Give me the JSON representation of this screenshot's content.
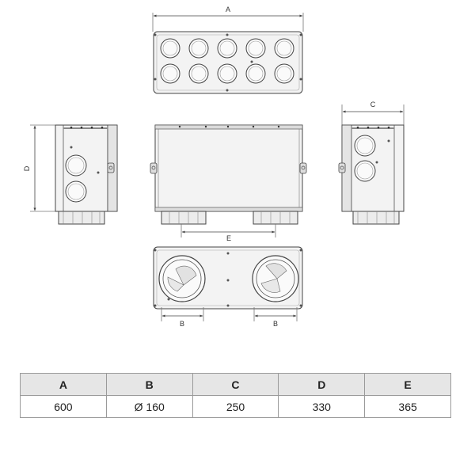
{
  "dimension_labels": {
    "a": "A",
    "b_left": "B",
    "b_right": "B",
    "c": "C",
    "d": "D",
    "e": "E"
  },
  "table": {
    "headers": [
      "A",
      "B",
      "C",
      "D",
      "E"
    ],
    "values": [
      "600",
      "Ø 160",
      "250",
      "330",
      "365"
    ]
  }
}
